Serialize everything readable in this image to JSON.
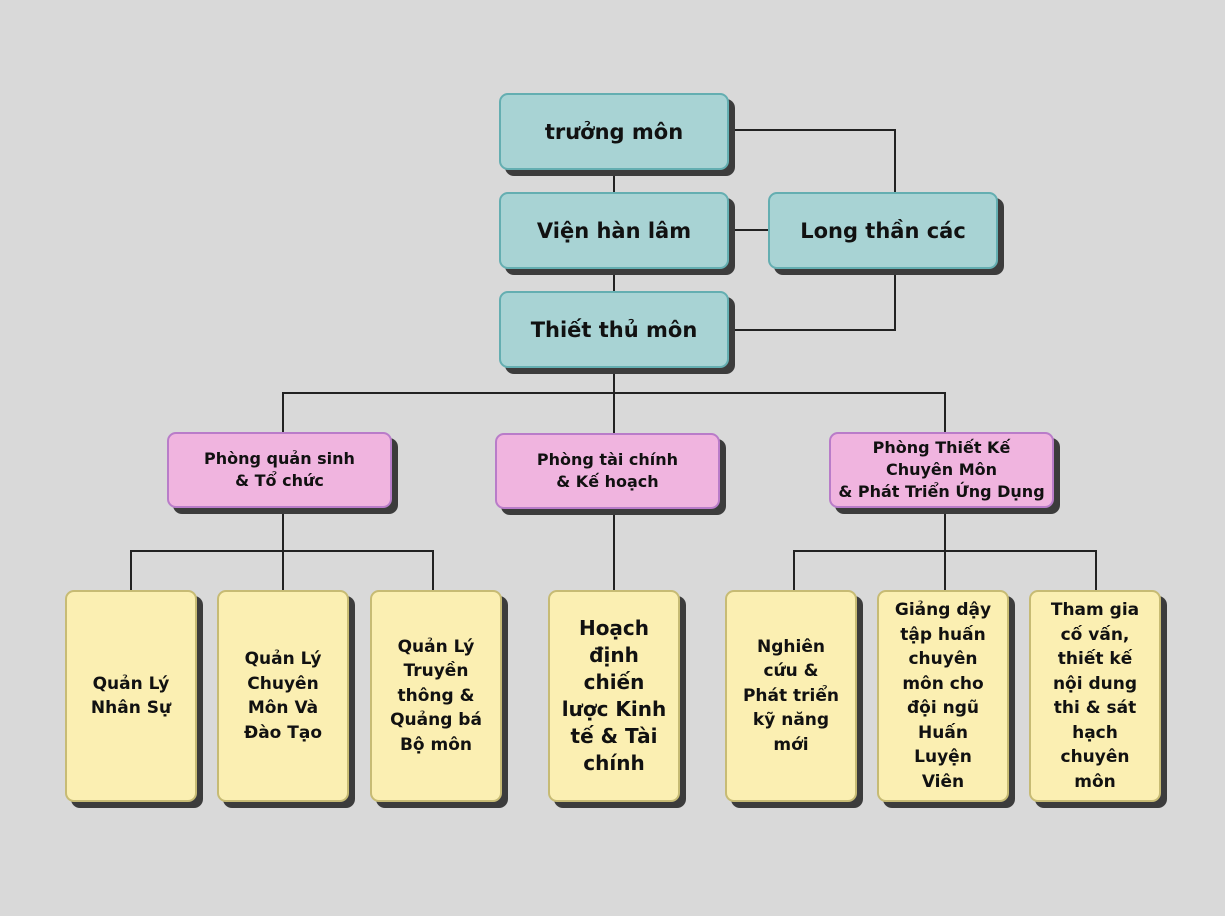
{
  "top": {
    "truong_mon": "trưởng môn",
    "vien_han_lam": "Viện hàn lâm",
    "long_than_cac": "Long thần các",
    "thiet_thu_mon": "Thiết thủ môn"
  },
  "departments": {
    "quan_sinh": "Phòng quản sinh\n& Tổ chức",
    "tai_chinh": "Phòng tài chính\n& Kế hoạch",
    "thiet_ke": "Phòng Thiết Kế\nChuyên Môn\n& Phát Triển Ứng Dụng"
  },
  "units": {
    "nhan_su": "Quản Lý\nNhân Sự",
    "chuyen_mon_dao_tao": "Quản Lý\nChuyên\nMôn Và\nĐào Tạo",
    "truyen_thong": "Quản Lý\nTruyền\nthông &\nQuảng bá\nBộ môn",
    "hoach_dinh": "Hoạch\nđịnh chiến\nlược Kinh\ntế & Tài\nchính",
    "nghien_cuu": "Nghiên\ncứu &\nPhát triển\nkỹ năng\nmới",
    "giang_day": "Giảng dậy\ntập huấn\nchuyên\nmôn cho\nđội ngũ\nHuấn\nLuyện\nViên",
    "tham_gia": "Tham gia\ncố vấn,\nthiết kế\nnội dung\nthi & sát\nhạch\nchuyên\nmôn"
  },
  "colors": {
    "background": "#d9d9d9",
    "leadership_fill": "#a8d3d4",
    "department_fill": "#f0b4df",
    "unit_fill": "#fbefb2",
    "connector": "#222222"
  }
}
